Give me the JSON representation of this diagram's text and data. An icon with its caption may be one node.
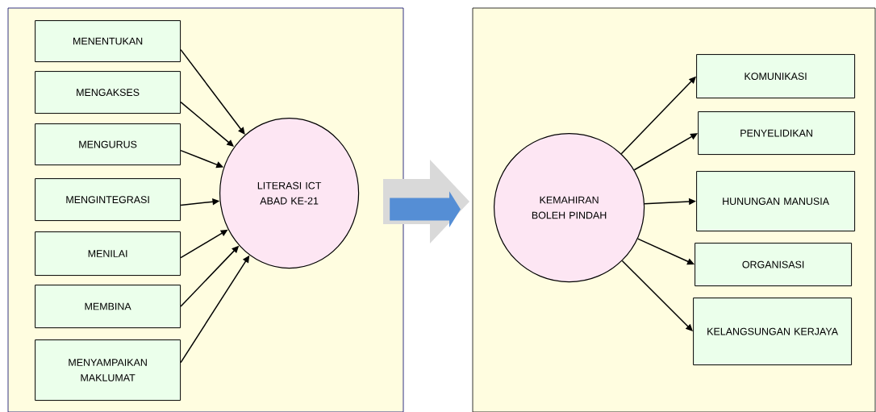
{
  "diagram": {
    "nodes": [
      {
        "text": [],
        "shape": "box"
      },
      {
        "text": [
          "MENENTUKAN"
        ],
        "in": 0
      },
      {
        "text": [
          "MENGAKSES"
        ],
        "in": 0
      },
      {
        "text": [
          "MENGURUS"
        ],
        "in": 0
      },
      {
        "text": [
          "MENGINTEGRASI"
        ],
        "in": 0
      },
      {
        "text": [
          "MENILAI"
        ],
        "in": 0
      },
      {
        "text": [
          "MEMBINA"
        ],
        "in": 0
      },
      {
        "text": [
          "MENYAMPAIKAN MAKLUMAT"
        ],
        "in": 0
      },
      {
        "text": [
          "LITERASI ICT ABAD KE-21"
        ],
        "in": 0
      },
      {
        "text": [],
        "shape": "box"
      },
      {
        "text": [
          "KEMAHIRAN BOLEH PINDAH"
        ],
        "in": 9
      },
      {
        "text": [
          "KOMUNIKASI"
        ],
        "in": 9
      },
      {
        "text": [
          "PENYELIDIKAN"
        ],
        "in": 9
      },
      {
        "text": [
          "HUNUNGAN MANUSIA"
        ],
        "in": 9
      },
      {
        "text": [
          "ORGANISASI"
        ],
        "in": 9
      },
      {
        "text": [
          "KELANGSUNGAN KERJAYA"
        ],
        "in": 9
      }
    ],
    "edges": [
      {
        "from": 1,
        "to": 8,
        "arrow": "to"
      },
      {
        "from": 2,
        "to": 8,
        "arrow": "to"
      },
      {
        "from": 3,
        "to": 8,
        "arrow": "to"
      },
      {
        "from": 4,
        "to": 8,
        "arrow": "to"
      },
      {
        "from": 5,
        "to": 8,
        "arrow": "to"
      },
      {
        "from": 6,
        "to": 8,
        "arrow": "to"
      },
      {
        "from": 7,
        "to": 8,
        "arrow": "to"
      },
      {
        "from": 8,
        "to": 10,
        "arrow": "to",
        "style": "thick",
        "color": "#558ed5"
      },
      {
        "from": 10,
        "to": 11,
        "arrow": "to"
      },
      {
        "from": 10,
        "to": 12,
        "arrow": "to"
      },
      {
        "from": 10,
        "to": 13,
        "arrow": "to"
      },
      {
        "from": 10,
        "to": 14,
        "arrow": "to"
      },
      {
        "from": 10,
        "to": 15,
        "arrow": "to"
      }
    ]
  }
}
